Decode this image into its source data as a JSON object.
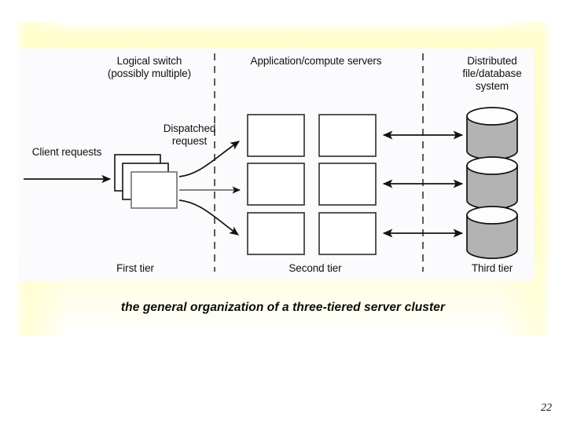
{
  "slide": {
    "page_number": "22",
    "caption": "the general organization of a three-tiered server cluster",
    "background_color": "#ffffff",
    "wash_color": "#fffcc6",
    "panel_color": "#fbfbfe"
  },
  "figure": {
    "headers": {
      "tier1_line1": "Logical switch",
      "tier1_line2": "(possibly multiple)",
      "tier2": "Application/compute servers",
      "tier3_line1": "Distributed",
      "tier3_line2": "file/database",
      "tier3_line3": "system"
    },
    "annotations": {
      "client_requests": "Client requests",
      "dispatched_line1": "Dispatched",
      "dispatched_line2": "request"
    },
    "tier_labels": {
      "first": "First tier",
      "second": "Second tier",
      "third": "Third tier"
    },
    "colors": {
      "stroke": "#1a1a1a",
      "box_fill": "#ffffff",
      "cylinder_fill": "#b3b3b3",
      "cylinder_top_fill": "#fdfdfd",
      "divider": "#333333"
    },
    "counts": {
      "switch_stack": 3,
      "server_columns": 2,
      "server_rows": 3,
      "storage_cylinders": 3,
      "dispatch_arrows": 3,
      "storage_arrows": 3
    }
  }
}
